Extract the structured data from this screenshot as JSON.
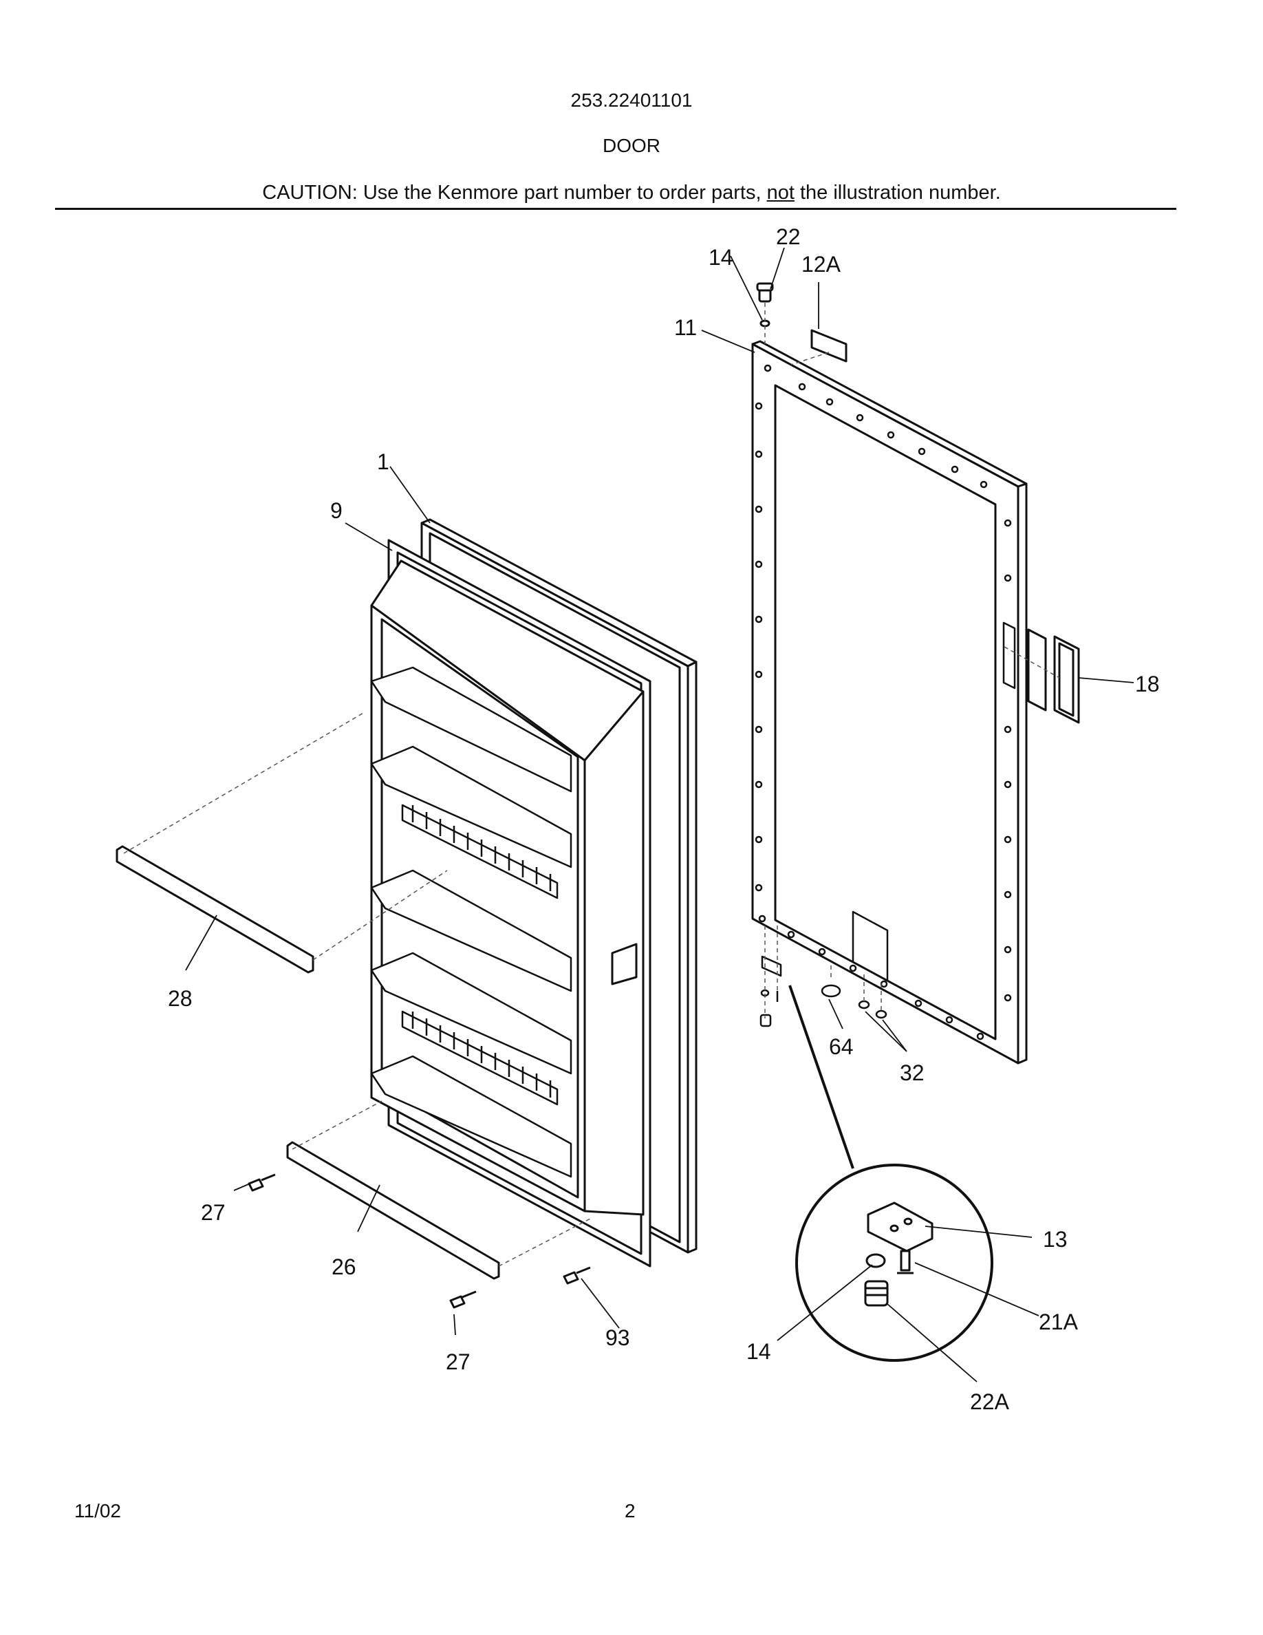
{
  "header": {
    "model": "253.22401101",
    "section": "DOOR",
    "caution_prefix": "CAUTION: Use the Kenmore part number to order parts, ",
    "caution_emph": "not",
    "caution_suffix": " the illustration number."
  },
  "callouts": {
    "c1": "1",
    "c9": "9",
    "c11": "11",
    "c12a": "12A",
    "c13": "13",
    "c14_top": "14",
    "c14_detail": "14",
    "c18": "18",
    "c21a": "21A",
    "c22": "22",
    "c22a": "22A",
    "c26": "26",
    "c27_left": "27",
    "c27_bottom": "27",
    "c28": "28",
    "c32": "32",
    "c64": "64",
    "c93": "93"
  },
  "footer": {
    "date": "11/02",
    "page": "2"
  }
}
